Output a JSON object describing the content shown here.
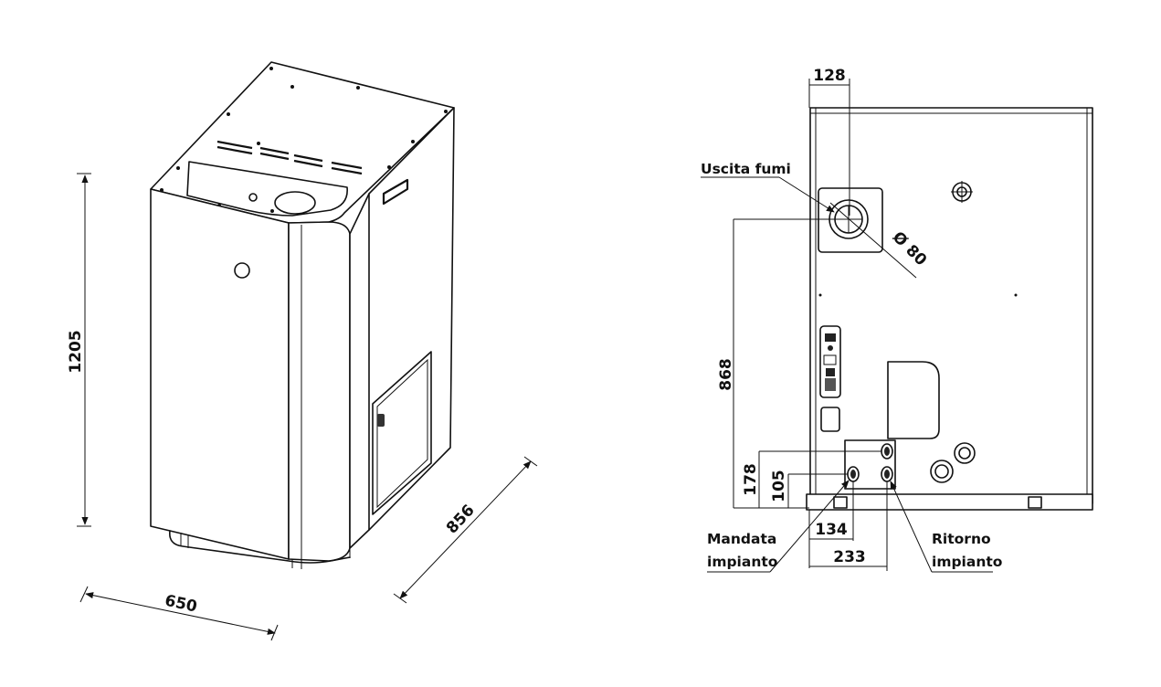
{
  "left_view": {
    "dims": {
      "height": "1205",
      "width": "650",
      "depth": "856"
    }
  },
  "right_view": {
    "dims": {
      "flue_offset": "128",
      "flue_diameter": "Ø 80",
      "flue_height": "868",
      "outlet_height_1": "178",
      "outlet_height_2": "105",
      "outlet_offset_1": "134",
      "outlet_offset_2": "233"
    },
    "labels": {
      "flue_outlet": "Uscita fumi",
      "supply_line1": "Mandata",
      "supply_line2": "impianto",
      "return_line1": "Ritorno",
      "return_line2": "impianto"
    }
  }
}
